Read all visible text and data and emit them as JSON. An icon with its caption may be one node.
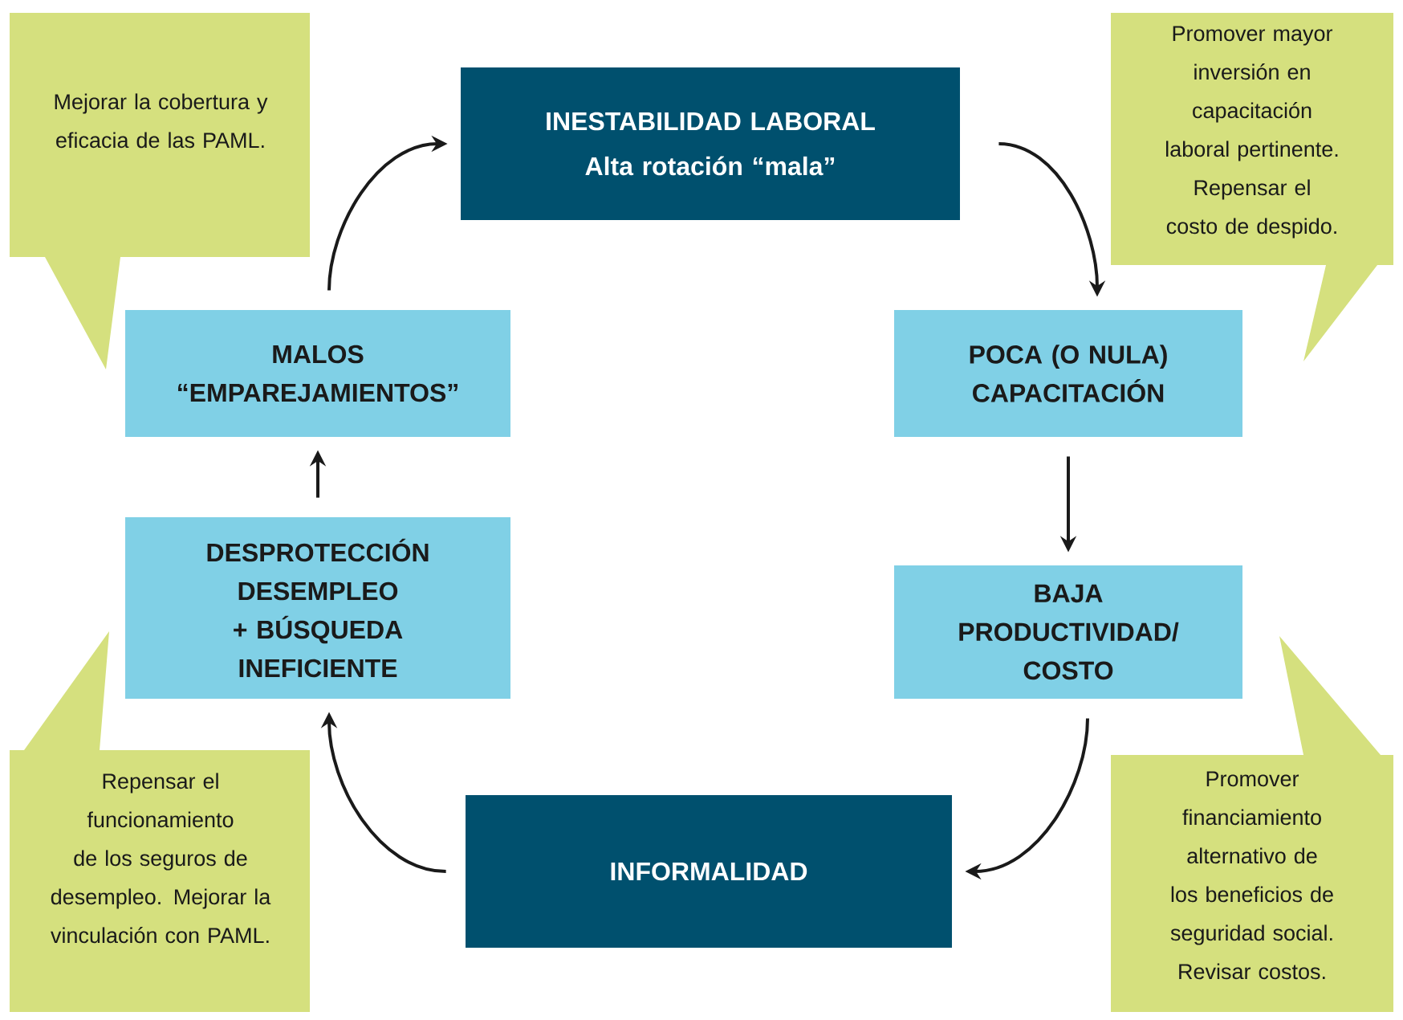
{
  "diagram": {
    "nodes": [
      {
        "text": [
          "INESTABILIDAD LABORAL",
          "Alta rotación “mala”"
        ]
      },
      {
        "text": [
          "POCA (O NULA) CAPACITACIÓN"
        ]
      },
      {
        "text": [
          "BAJA PRODUCTIVIDAD/ COSTO"
        ]
      },
      {
        "text": [
          "INFORMALIDAD"
        ]
      },
      {
        "text": [
          "DESPROTECCIÓN DESEMPLEO + BÚSQUEDA INEFICIENTE"
        ]
      },
      {
        "text": [
          "MALOS “EMPAREJAMIENTOS”"
        ]
      },
      {
        "text": [
          "Mejorar la cobertura y eficacia de las PAML."
        ]
      },
      {
        "text": [
          "Promover mayor inversión en capacitación laboral pertinente. Repensar el costo de despido."
        ]
      },
      {
        "text": [
          "Repensar el funcionamiento de los seguros de desempleo. Mejorar la vinculación con PAML."
        ]
      },
      {
        "text": [
          "Promover financiamiento alternativo de los beneficios de seguridad social. Revisar costos."
        ]
      }
    ],
    "edges": [
      {
        "from": 0,
        "to": 1,
        "arrow": "to"
      },
      {
        "from": 1,
        "to": 2,
        "arrow": "to"
      },
      {
        "from": 2,
        "to": 3,
        "arrow": "to"
      },
      {
        "from": 3,
        "to": 4,
        "arrow": "to"
      },
      {
        "from": 4,
        "to": 5,
        "arrow": "to"
      },
      {
        "from": 5,
        "to": 0,
        "arrow": "to"
      }
    ]
  }
}
